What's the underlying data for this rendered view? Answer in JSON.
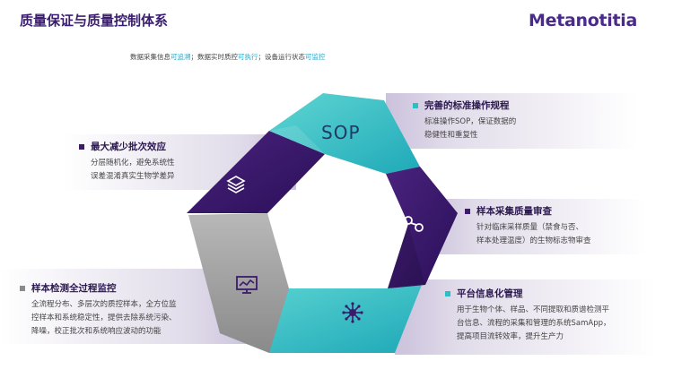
{
  "header": {
    "title": "质量保证与质量控制体系",
    "logo": "Metanotitia"
  },
  "subtitle": {
    "part1": "数据采集信息",
    "hl1": "可追溯",
    "part2": "；数据实时质控",
    "hl2": "可执行",
    "part3": "；设备运行状态",
    "hl3": "可监控"
  },
  "icons": {
    "sop": "SOP",
    "layers": "layers-icon",
    "link": "link-icon",
    "network": "network-icon",
    "monitor": "monitor-chart-icon"
  },
  "colors": {
    "purple": "#3c1a6c",
    "teal": "#2bbfc4",
    "gray": "#9a9a9a",
    "accent": "#2aa8c9"
  },
  "blocks": [
    {
      "heading": "完善的标准操作规程",
      "lines": [
        "标准操作SOP，保证数据的",
        "稳健性和重复性"
      ]
    },
    {
      "heading": "最大减少批次效应",
      "lines": [
        "分层随机化，避免系统性",
        "误差混淆真实生物学差异"
      ]
    },
    {
      "heading": "样本采集质量审查",
      "lines": [
        "针对临床采样质量（禁食与否、",
        "样本处理温度）的生物标志物审查"
      ]
    },
    {
      "heading": "样本检测全过程监控",
      "lines": [
        "全流程分布、多层次的质控样本，全方位监",
        "控样本和系统稳定性，提供去除系统污染、",
        "降噪，校正批次和系统响应波动的功能"
      ]
    },
    {
      "heading": "平台信息化管理",
      "lines": [
        "用于生物个体、样品、不同提取和质谱检测平",
        "台信息、流程的采集和管理的系统SamApp，",
        "提高项目流转效率，提升生产力"
      ]
    }
  ]
}
